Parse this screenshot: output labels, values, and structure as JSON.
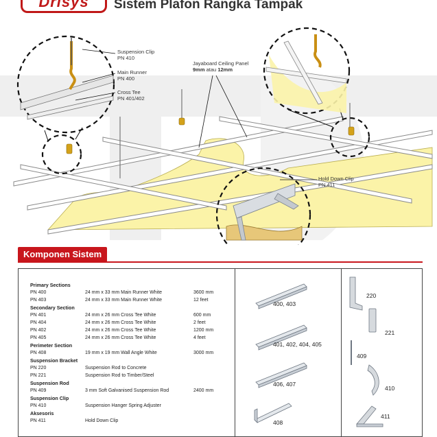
{
  "header": {
    "brand": "Drisys",
    "title": "Sistem Plafon Rangka Tampak"
  },
  "diagram_labels": {
    "suspension_clip": [
      "Suspension Clip",
      "PN 410"
    ],
    "main_runner": [
      "Main Runner",
      "PN 400"
    ],
    "cross_tee": [
      "Cross Tee",
      "PN 401/402"
    ],
    "panel_title": "Jayaboard Ceiling Panel",
    "panel_thickness": [
      "9mm",
      "atau",
      "12mm"
    ],
    "hold_down": [
      "Hold Down Clip",
      "PN 411"
    ]
  },
  "section_title": "Komponen Sistem",
  "components": [
    {
      "type": "header",
      "text": "Primary Sections"
    },
    {
      "type": "item",
      "pn": "PN 400",
      "desc": "24 mm x 33 mm Main Runner White",
      "size": "3600 mm"
    },
    {
      "type": "item",
      "pn": "PN 403",
      "desc": "24 mm x 33 mm Main Runner White",
      "size": "12 feet"
    },
    {
      "type": "header",
      "text": "Secondary Section"
    },
    {
      "type": "item",
      "pn": "PN 401",
      "desc": "24 mm x 26 mm Cross Tee White",
      "size": "600 mm"
    },
    {
      "type": "item",
      "pn": "PN 404",
      "desc": "24 mm x 26 mm Cross Tee White",
      "size": "2 feet"
    },
    {
      "type": "item",
      "pn": "PN 402",
      "desc": "24 mm x 26 mm Cross Tee White",
      "size": "1200 mm"
    },
    {
      "type": "item",
      "pn": "PN 405",
      "desc": "24 mm x 26 mm Cross Tee White",
      "size": "4 feet"
    },
    {
      "type": "header",
      "text": "Perimeter Section"
    },
    {
      "type": "item",
      "pn": "PN 408",
      "desc": "19 mm x 19 mm Wall Angle White",
      "size": "3000 mm"
    },
    {
      "type": "header",
      "text": "Suspension Bracket"
    },
    {
      "type": "item",
      "pn": "PN 220",
      "desc": "Suspension Rod to Concrete",
      "size": ""
    },
    {
      "type": "item",
      "pn": "PN 221",
      "desc": "Suspension Rod to Timber/Steel",
      "size": ""
    },
    {
      "type": "header",
      "text": "Suspension Rod"
    },
    {
      "type": "item",
      "pn": "PN 409",
      "desc": "3 mm Soft Galvanised Suspension Rod",
      "size": "2400 mm"
    },
    {
      "type": "header",
      "text": "Suspension Clip"
    },
    {
      "type": "item",
      "pn": "PN 410",
      "desc": "Suspension Hanger Spring Adjuster",
      "size": ""
    },
    {
      "type": "header",
      "text": "Aksesoris"
    },
    {
      "type": "item",
      "pn": "PN 411",
      "desc": "Hold Down Clip",
      "size": ""
    }
  ],
  "part_labels": {
    "p400": "400, 403",
    "p401": "401, 402, 404, 405",
    "p406": "406, 407",
    "p408": "408",
    "p220": "220",
    "p221": "221",
    "p409": "409",
    "p410": "410",
    "p411": "411"
  }
}
